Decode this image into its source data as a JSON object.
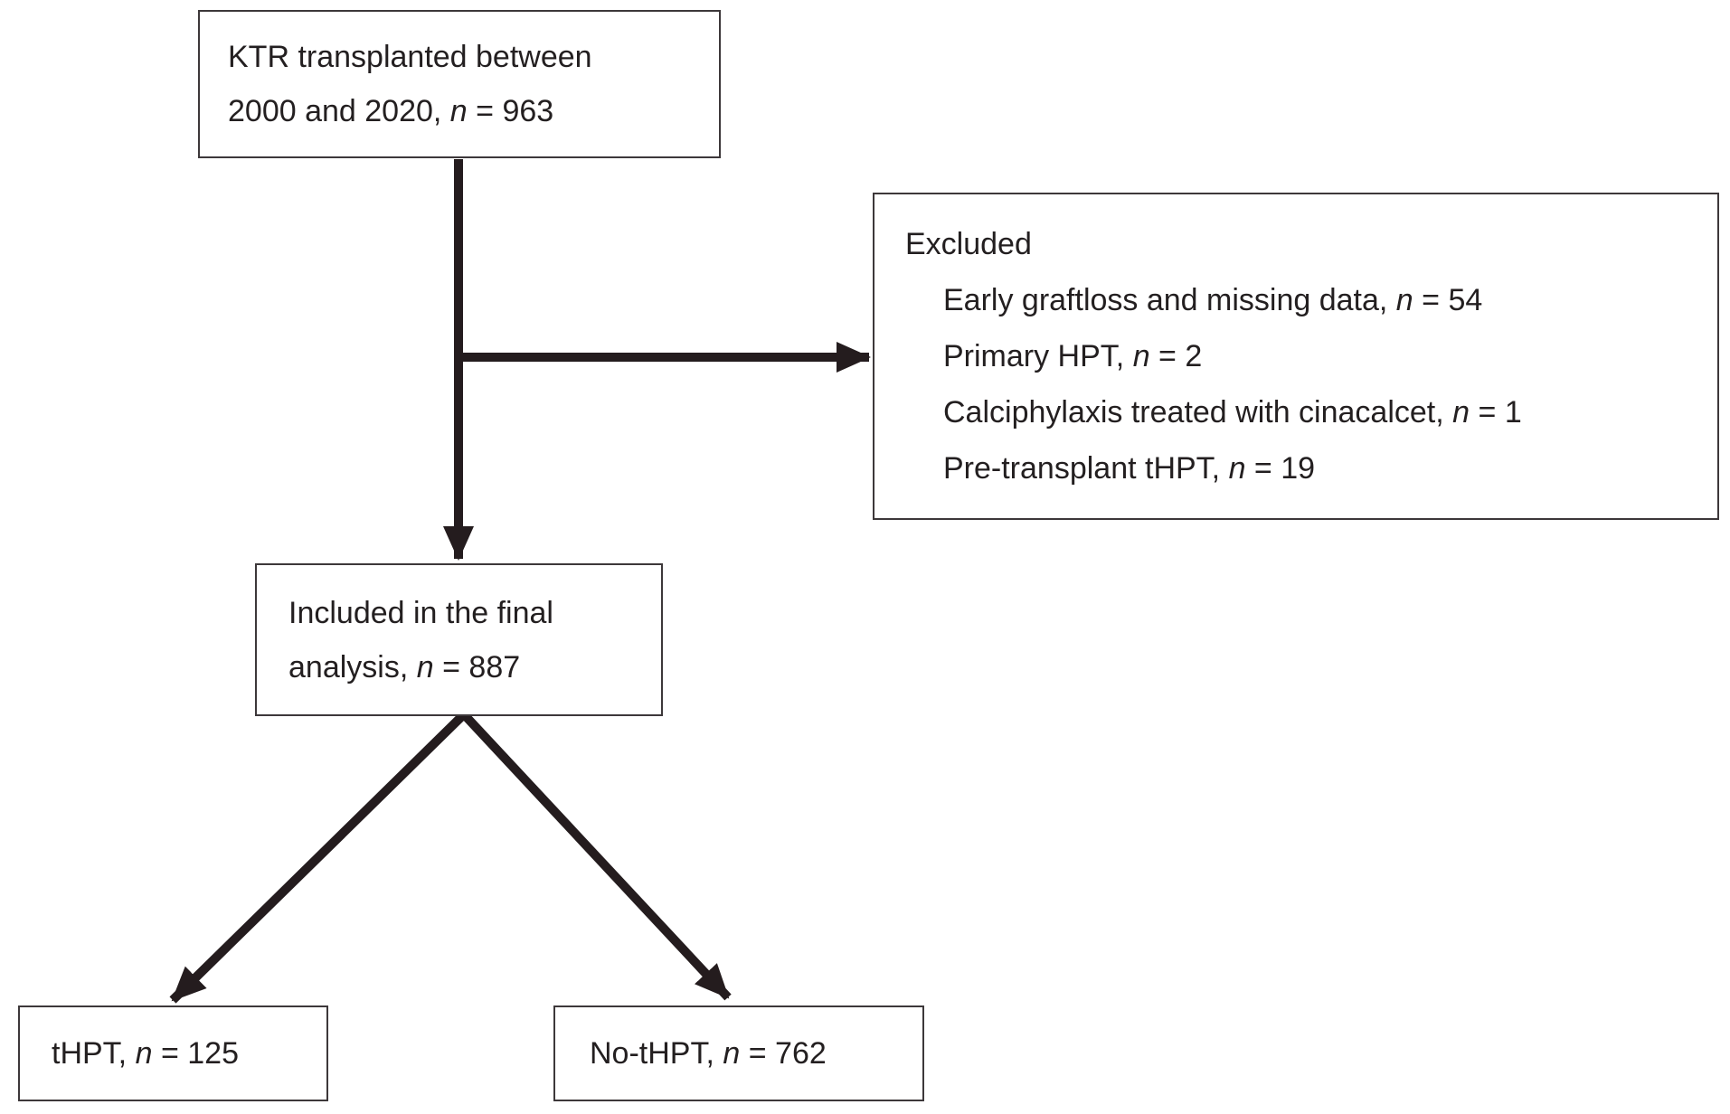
{
  "colors": {
    "line": "#241c1e",
    "border": "#3d383a",
    "text": "#231f20",
    "background": "#ffffff"
  },
  "nodes": {
    "top": {
      "line1": "KTR transplanted between",
      "line2": "2000 and 2020, ",
      "n": "n",
      "eq": " = ",
      "count": "963"
    },
    "excluded": {
      "title": "Excluded",
      "items": [
        {
          "text": "Early graftloss and missing data, ",
          "n": "n",
          "eq": " = ",
          "count": "54"
        },
        {
          "text": "Primary HPT, ",
          "n": "n",
          "eq": " = ",
          "count": "2"
        },
        {
          "text": "Calciphylaxis treated with cinacalcet, ",
          "n": "n",
          "eq": " = ",
          "count": "1"
        },
        {
          "text": "Pre-transplant tHPT, ",
          "n": "n",
          "eq": " = ",
          "count": "19"
        }
      ]
    },
    "included": {
      "line1": "Included in the final",
      "line2": "analysis, ",
      "n": "n",
      "eq": " = ",
      "count": "887"
    },
    "thpt": {
      "text": "tHPT, ",
      "n": "n",
      "eq": " = ",
      "count": "125"
    },
    "no_thpt": {
      "text": "No-tHPT, ",
      "n": "n",
      "eq": " = ",
      "count": "762"
    }
  }
}
